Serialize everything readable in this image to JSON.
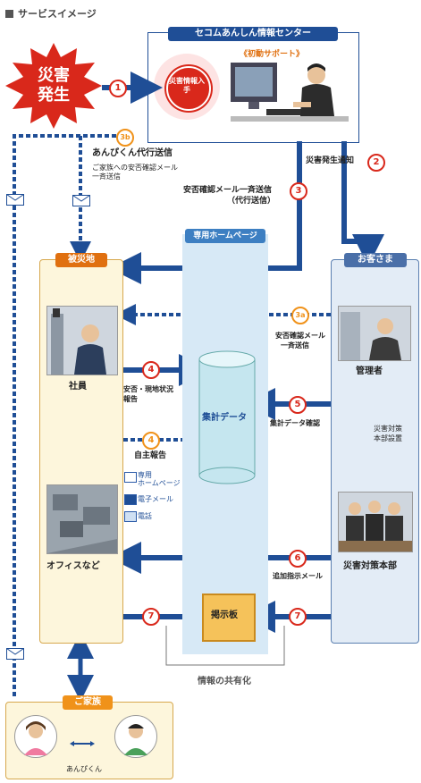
{
  "title": "サービスイメージ",
  "center": {
    "title": "セコムあんしん情報センター",
    "support": "《初動サポート》",
    "circle": "災害情報入手"
  },
  "disaster": "災害発生",
  "steps": {
    "s1": "1",
    "s2": "2",
    "s3": "3",
    "s3a": "3a",
    "s3b": "3b",
    "s4": "4",
    "s4b": "4",
    "s5": "5",
    "s6": "6",
    "s7a": "7",
    "s7b": "7"
  },
  "labels": {
    "anpi_title": "あんぴくん代行送信",
    "anpi_sub1": "ご家族への安否確認メール",
    "anpi_sub2": "一斉送信",
    "notice": "災害発生通知",
    "mail_bulk1": "安否確認メール一斉送信",
    "mail_bulk2": "（代行送信）",
    "homepage": "専用ホームページ",
    "victim_area": "被災地",
    "customer": "お客さま",
    "mail3a_1": "安否確認メール",
    "mail3a_2": "一斉送信",
    "employee": "社員",
    "status1": "安否・現地状況",
    "status2": "報告",
    "aggregate": "集計データ",
    "aggregate_check": "集計データ確認",
    "self_report": "自主報告",
    "manager": "管理者",
    "hq_setup1": "災害対策",
    "hq_setup2": "本部設置",
    "legend_hp1": "専用",
    "legend_hp2": "ホームページ",
    "legend_mail": "電子メール",
    "legend_phone": "電話",
    "office": "オフィスなど",
    "hq": "災害対策本部",
    "extra_mail": "追加指示メール",
    "board": "掲示板",
    "share": "情報の共有化",
    "family": "ご家族",
    "anpikun": "あんぴくん"
  },
  "colors": {
    "navy": "#1f4e96",
    "red": "#d9281b",
    "orange": "#f0921a",
    "victim_bg": "#fdf6dc",
    "customer_bg": "#e3ecf6",
    "homepage_bg": "#d7e9f6"
  }
}
